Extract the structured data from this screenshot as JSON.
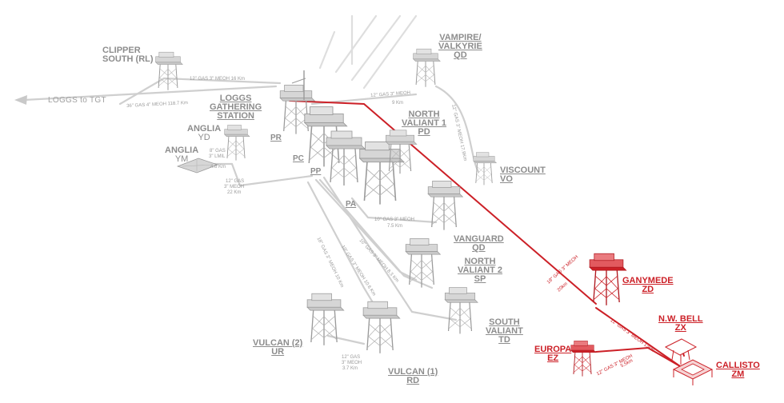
{
  "colors": {
    "grey": "#8d8d8d",
    "light_grey": "#d0d0d0",
    "red": "#cc2027"
  },
  "export": {
    "label": "LOGGS to TGT"
  },
  "fields": {
    "clipper": {
      "line1": "CLIPPER",
      "line2": "SOUTH (RL)"
    },
    "vampire": {
      "line1": "VAMPIRE/",
      "line2": "VALKYRIE",
      "line3": "QD"
    },
    "loggs": {
      "line1": "LOGGS",
      "line2": "GATHERING",
      "line3": "STATION"
    },
    "north_valiant_1": {
      "line1": "NORTH",
      "line2": "VALIANT 1",
      "line3": "PD"
    },
    "anglia_yd": {
      "line1": "ANGLIA",
      "line2": "YD"
    },
    "anglia_ym": {
      "line1": "ANGLIA",
      "line2": "YM"
    },
    "viscount": {
      "line1": "VISCOUNT",
      "line2": "VO"
    },
    "vanguard": {
      "line1": "VANGUARD",
      "line2": "QD"
    },
    "north_valiant_2": {
      "line1": "NORTH",
      "line2": "VALIANT 2",
      "line3": "SP"
    },
    "south_valiant": {
      "line1": "SOUTH",
      "line2": "VALIANT",
      "line3": "TD"
    },
    "vulcan_2": {
      "line1": "VULCAN (2)",
      "line2": "UR"
    },
    "vulcan_1": {
      "line1": "VULCAN (1)",
      "line2": "RD"
    },
    "ganymede": {
      "line1": "GANYMEDE",
      "line2": "ZD"
    },
    "nw_bell": {
      "line1": "N.W. BELL",
      "line2": "ZX"
    },
    "europa": {
      "line1": "EUROPA",
      "line2": "EZ"
    },
    "callisto": {
      "line1": "CALLISTO",
      "line2": "ZM"
    }
  },
  "platform_codes": {
    "pr": "PR",
    "pc": "PC",
    "pp": "PP",
    "pa": "PA"
  },
  "pipelines": {
    "clipper_gas": "12\" GAS 3\" MEOH 16 Km",
    "export_gas": "36\" GAS 4\" MEOH 118.7 Km",
    "vampire_gas": "12\" GAS 3\" MEOH",
    "vampire_len": "9 Km",
    "viscount_gas": "12\" GAS 3\" MEOH 17.9Km",
    "anglia_ym_1": "8\" GAS",
    "anglia_ym_2": "3\" LMIL",
    "anglia_ym_3": "4.6 Km",
    "anglia_yd_1": "12\" GAS",
    "anglia_yd_2": "3\" MEOH",
    "anglia_yd_3": "22 Km",
    "vanguard_gas": "10\" GAS 3\" MEOH",
    "vanguard_len": "7.5 Km",
    "nv2_gas": "10\" GAS 3\" MEOH  8.3 Km",
    "sv_gas": "10\" GAS 3\" MEOH  10.6 Km",
    "vulcan_gas": "18\" GAS 3\" MEOH 10 Km",
    "vulcan_link_1": "12\" GAS",
    "vulcan_link_2": "3\" MEOH",
    "vulcan_link_3": "3.7 Km",
    "ganymede_gas": "18\" GAS 3\" MEOH",
    "ganymede_len": "20km",
    "callisto_gas": "12\" GAS 3\" MEOH  13km",
    "europa_gas": "12\" GAS 3\" MEOH",
    "europa_len": "5.5km"
  }
}
